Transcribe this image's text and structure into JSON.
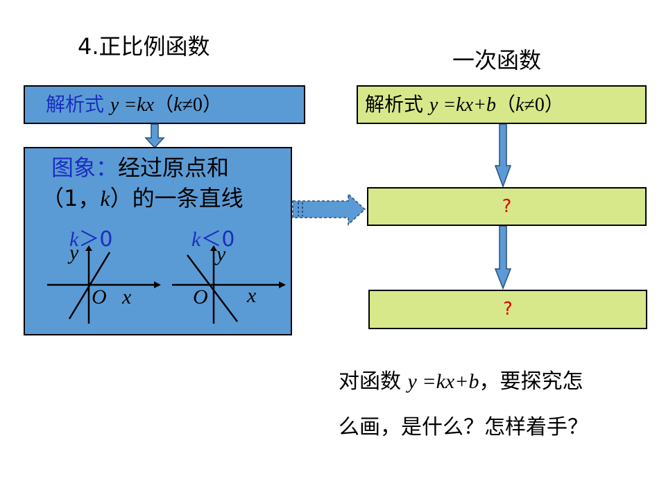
{
  "left": {
    "heading": "4.正比例函数",
    "formula": {
      "label": "解析式",
      "expr": "y =kx",
      "open": "（",
      "cond_var": "k",
      "cond_rest": "≠0",
      "close": "）"
    },
    "image": {
      "label": "图象：",
      "line1_rest": "经过原点和",
      "line2_open": "（1，",
      "line2_var": "k",
      "line2_rest": "）的一条直线"
    },
    "graphs": [
      {
        "k_var": "k",
        "k_rel": "＞0",
        "y": "y",
        "x": "x",
        "origin": "O"
      },
      {
        "k_var": "k",
        "k_rel": "＜0",
        "y": "y",
        "x": "x",
        "origin": "O"
      }
    ]
  },
  "right": {
    "heading": "一次函数",
    "formula": {
      "label": "解析式",
      "expr": "y =kx+b",
      "open": "（",
      "cond_var": "k",
      "cond_rest": "≠0",
      "close": "）"
    },
    "box2": "?",
    "box3": "?"
  },
  "question": {
    "prefix": "对函数",
    "expr": "y =kx+b",
    "rest1": "，要探究怎",
    "line2": "么画，是什么？怎样着手？"
  },
  "colors": {
    "blue_box": "#5b9bd5",
    "green_box": "#d6e88a",
    "label_blue": "#1a2ebf",
    "question_red": "#e00000"
  }
}
